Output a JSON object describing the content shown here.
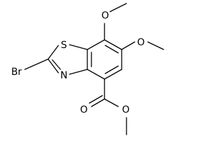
{
  "molecule": {
    "atoms": {
      "sulfur": "S",
      "nitrogen": "N",
      "bromine": "Br",
      "ring_oxygen_7": "O",
      "ring_oxygen_6": "O",
      "carbonyl_oxygen": "O",
      "ester_oxygen": "O"
    }
  }
}
